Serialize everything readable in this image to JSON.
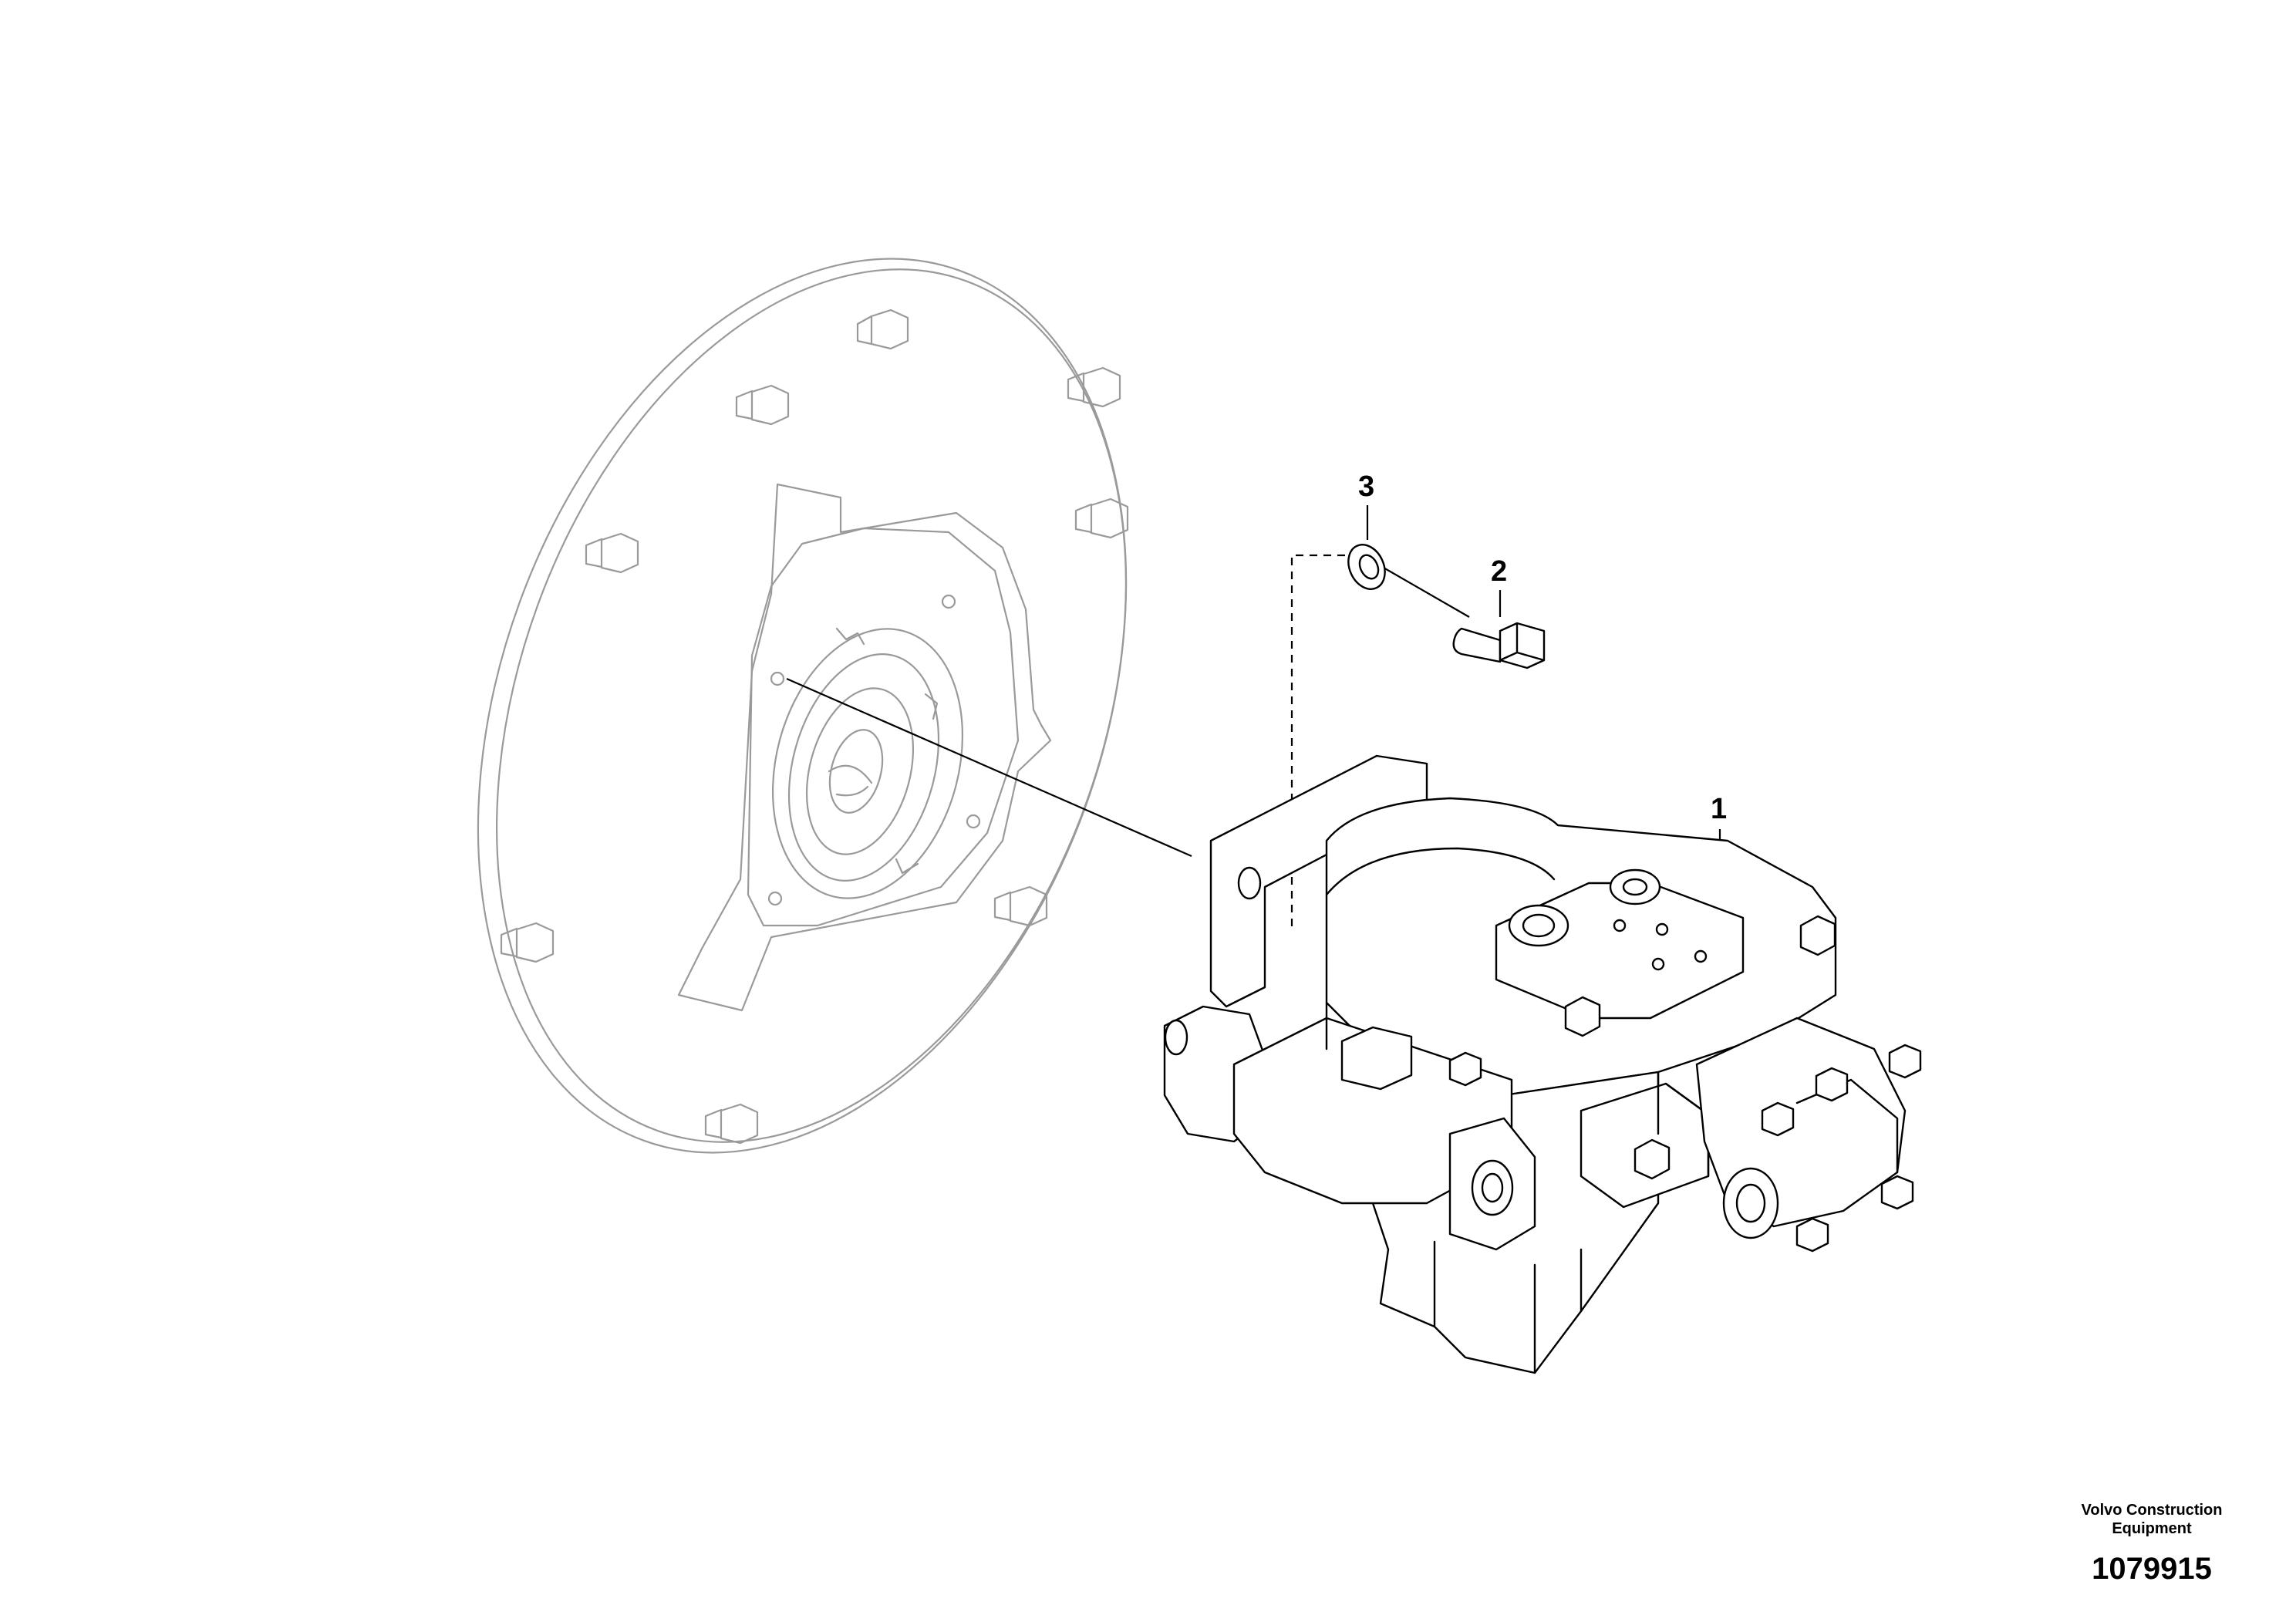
{
  "callouts": [
    {
      "label": "1",
      "part": "hydraulic-pump"
    },
    {
      "label": "2",
      "part": "screw"
    },
    {
      "label": "3",
      "part": "washer"
    }
  ],
  "footer": {
    "company_line1": "Volvo Construction",
    "company_line2": "Equipment",
    "illustration_number": "1079915"
  },
  "colors": {
    "line_main": "#000000",
    "line_ghost": "#9a9a9a"
  }
}
